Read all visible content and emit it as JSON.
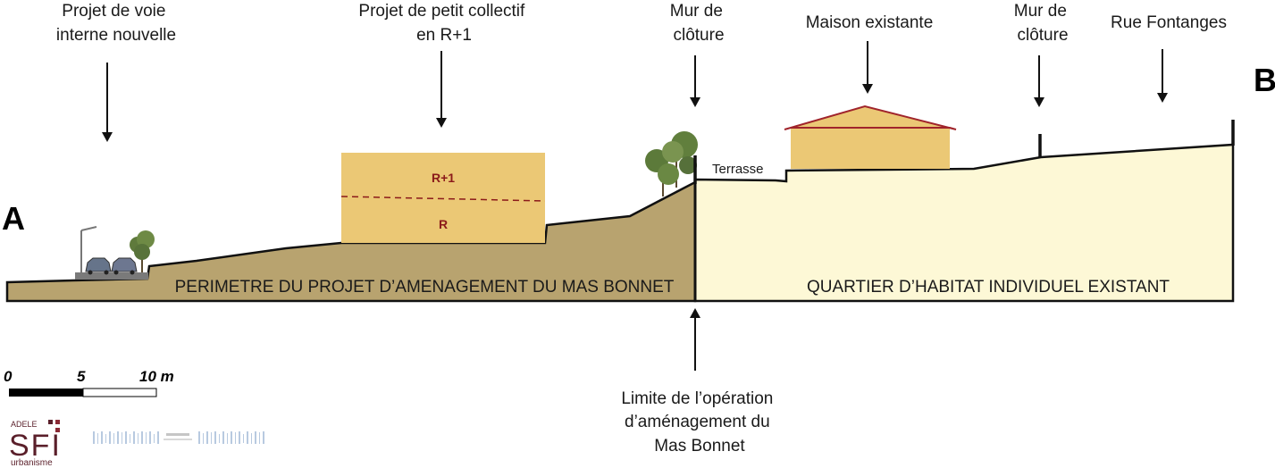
{
  "section": {
    "start_letter": "A",
    "end_letter": "B"
  },
  "annotations": {
    "voie": [
      "Projet de voie",
      "interne nouvelle"
    ],
    "collectif": [
      "Projet de petit collectif",
      "en R+1"
    ],
    "mur1": [
      "Mur de",
      "clôture"
    ],
    "maison": [
      "Maison existante"
    ],
    "mur2": [
      "Mur de",
      "clôture"
    ],
    "rue": [
      "Rue Fontanges"
    ],
    "limite": [
      "Limite de l’opération",
      "d’aménagement du",
      "Mas Bonnet"
    ]
  },
  "building_levels": {
    "upper": "R+1",
    "lower": "R"
  },
  "terrace_label": "Terrasse",
  "zones": {
    "projet": "PERIMETRE DU PROJET D’AMENAGEMENT DU MAS BONNET",
    "existant": "QUARTIER D’HABITAT INDIVIDUEL EXISTANT"
  },
  "scale_bar": {
    "labels": [
      "0",
      "5",
      "10 m"
    ]
  },
  "logo": {
    "small": "ADELE",
    "main": "SFI",
    "sub": "urbanisme"
  },
  "colors": {
    "project_ground": "#b8a36f",
    "existing_ground": "#fdf8d6",
    "building": "#ebc875",
    "roof_line": "#a0242b",
    "level_text": "#8b1a1a",
    "outline": "#111111"
  }
}
